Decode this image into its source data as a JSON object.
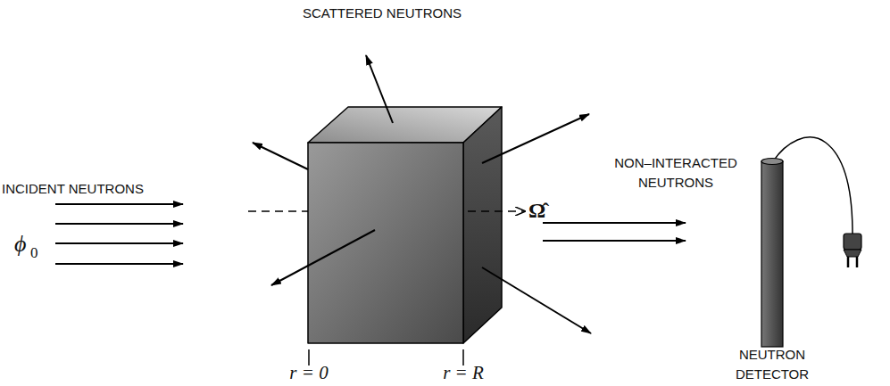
{
  "diagram": {
    "labels": [
      "SCATTERED NEUTRONS",
      "INCIDENT NEUTRONS",
      "ϕ",
      "0",
      "Ω̂",
      "NON–INTERACTED NEUTRONS",
      "NEUTRON DETECTOR",
      "r = 0",
      "r = R"
    ]
  }
}
